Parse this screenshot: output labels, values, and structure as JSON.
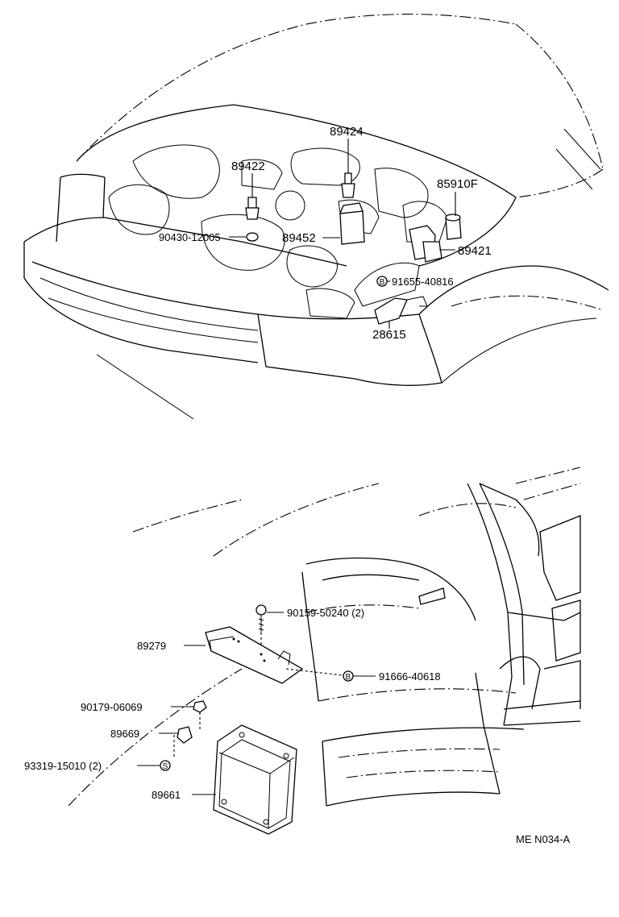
{
  "top_diagram": {
    "labels": {
      "p89424": "89424",
      "p89422": "89422",
      "p85910F": "85910F",
      "p90430": "90430-12005",
      "p89452": "89452",
      "p89421": "89421",
      "p91655": "91655-40816",
      "p28615": "28615"
    },
    "symbols": {
      "b_marker": "B"
    }
  },
  "bottom_diagram": {
    "labels": {
      "p90159": "90159-50240 (2)",
      "p89279": "89279",
      "p91666": "91666-40618",
      "p90179": "90179-06069",
      "p89669": "89669",
      "p93319": "93319-15010 (2)",
      "p89661": "89661"
    },
    "symbols": {
      "b_marker": "B",
      "s_marker": "S"
    }
  },
  "footer": {
    "code": "ME N034-A"
  }
}
